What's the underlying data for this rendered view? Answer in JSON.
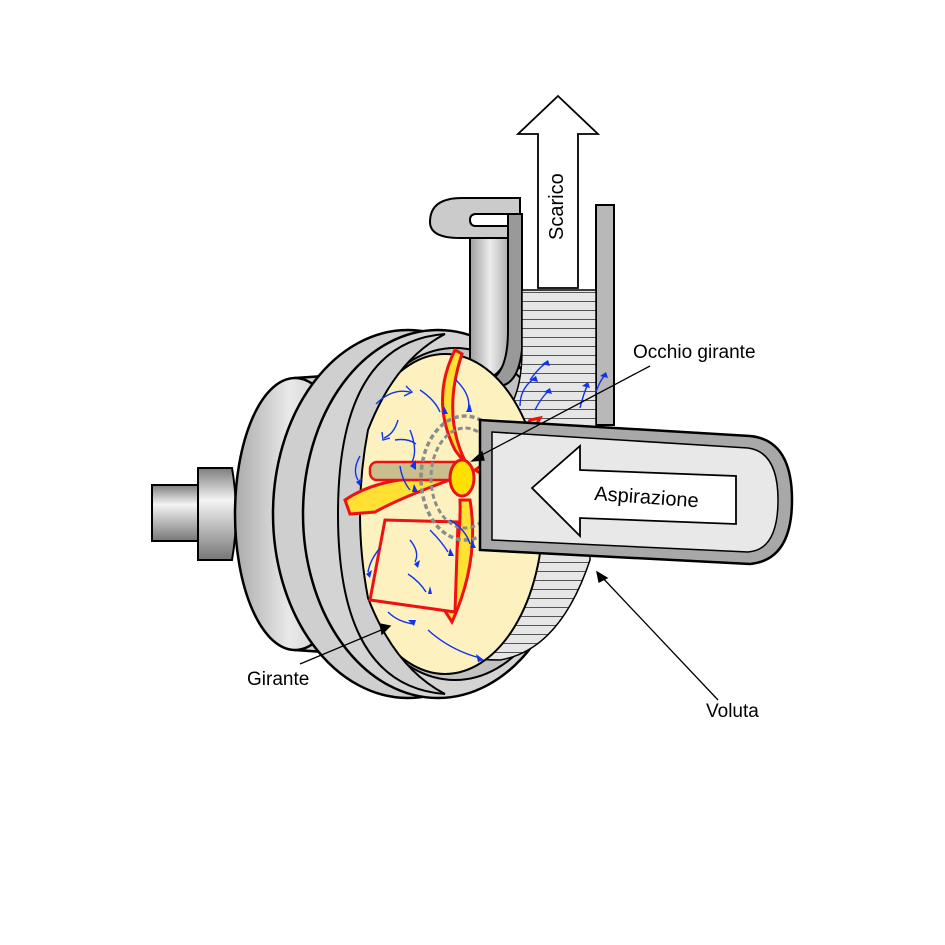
{
  "labels": {
    "scarico": "Scarico",
    "occhio_girante": "Occhio girante",
    "aspirazione": "Aspirazione",
    "girante": "Girante",
    "voluta": "Voluta"
  },
  "colors": {
    "casing": "#d4d4d4",
    "casing_dark": "#9a9a9a",
    "impeller_face": "#fdf2bf",
    "blade_fill": "#ffe033",
    "blade_edge": "#ee1111",
    "hub": "#ffe000",
    "flow_arrow": "#1133ee",
    "eye_ring": "#8c8c8c",
    "shaft_rod": "#c9bf8e"
  }
}
